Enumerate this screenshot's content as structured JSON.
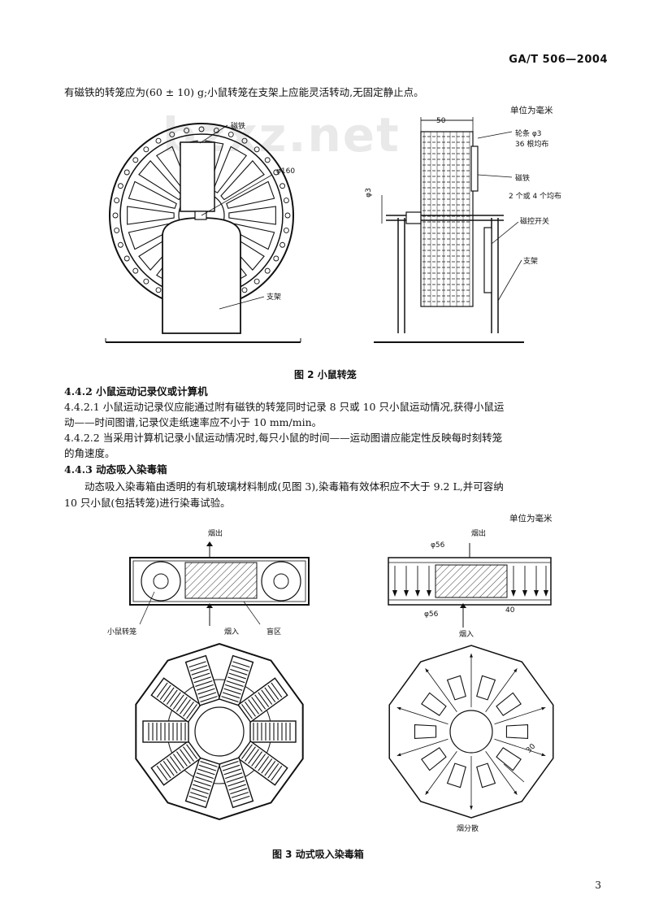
{
  "header": {
    "standard_code": "GA/T 506—2004"
  },
  "watermark": "bzxz.net",
  "page_number": "3",
  "text": {
    "line1": "有磁铁的转笼应为(60 ± 10) g;小鼠转笼在支架上应能灵活转动,无固定静止点。",
    "s442_title": "4.4.2   小鼠运动记录仪或计算机",
    "s4421_a": "4.4.2.1   小鼠运动记录仪应能通过附有磁铁的转笼同时记录 8 只或 10 只小鼠运动情况,获得小鼠运",
    "s4421_b": "动——时间图谱,记录仪走纸速率应不小于 10 mm/min。",
    "s4422_a": "4.4.2.2   当采用计算机记录小鼠运动情况时,每只小鼠的时间——运动图谱应能定性反映每时刻转笼",
    "s4422_b": "的角速度。",
    "s443_title": "4.4.3   动态吸入染毒箱",
    "s443_a": "动态吸入染毒箱由透明的有机玻璃材料制成(见图 3),染毒箱有效体积应不大于 9.2 L,并可容纳",
    "s443_b": "10 只小鼠(包括转笼)进行染毒试验。"
  },
  "figure2": {
    "unit": "单位为毫米",
    "caption": "图 2   小鼠转笼",
    "labels": {
      "magnet_left": "磁铁",
      "dia": "φ160",
      "stand_left": "支架",
      "width": "50",
      "rod1": "轮条 φ3",
      "rod2": "36 根均布",
      "magnet_right": "磁铁",
      "magnet_right2": "2 个或 4 个均布",
      "reed": "磁控开关",
      "stand_right": "支架",
      "height": "φ3"
    }
  },
  "figure3": {
    "unit": "单位为毫米",
    "caption": "图 3   动式吸入染毒箱",
    "labels": {
      "smoke_out_left": "烟出",
      "cage": "小鼠转笼",
      "smoke_in_left": "烟入",
      "dead_zone": "盲区",
      "smoke_out_right": "烟出",
      "d1": "φ56",
      "d2": "φ56",
      "h": "40",
      "smoke_in_right": "烟入",
      "r": "30",
      "disperse": "烟分散"
    }
  }
}
